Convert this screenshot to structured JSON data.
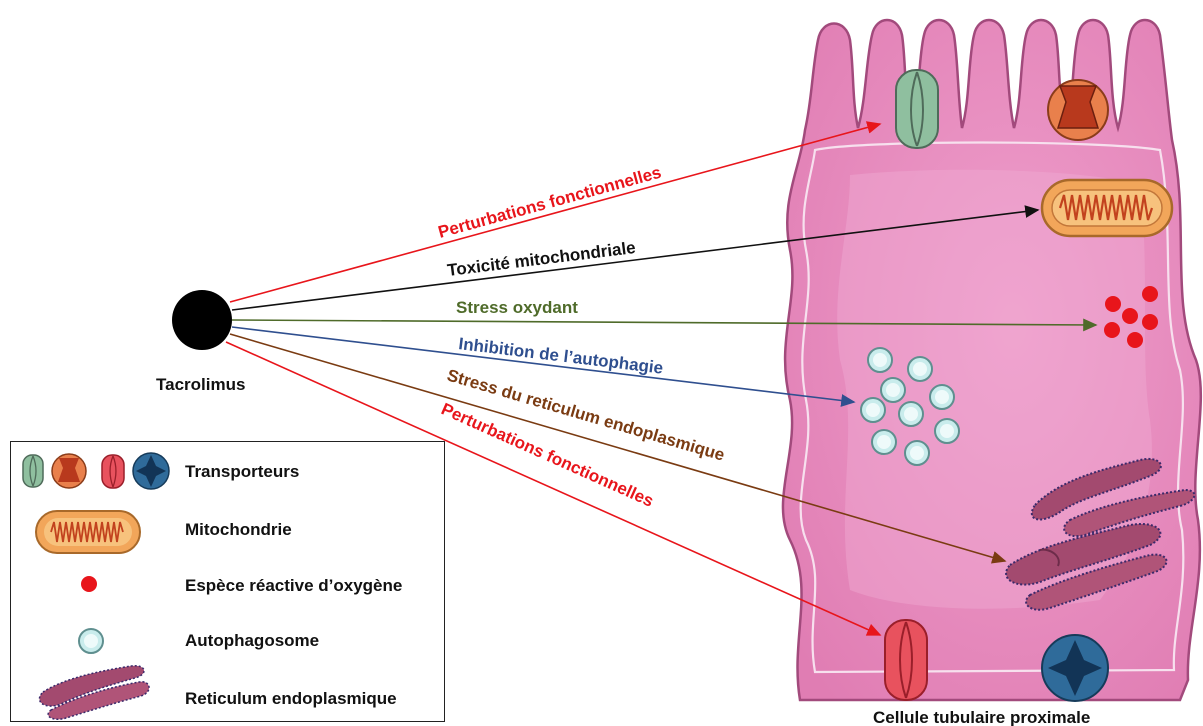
{
  "drug": {
    "label": "Tacrolimus"
  },
  "cell": {
    "label": "Cellule tubulaire proximale"
  },
  "effects": [
    {
      "label": "Perturbations fonctionnelles",
      "color": "#e8151b"
    },
    {
      "label": "Toxicité mitochondriale",
      "color": "#111111"
    },
    {
      "label": "Stress oxydant",
      "color": "#4f6b2a"
    },
    {
      "label": "Inhibition de l’autophagie",
      "color": "#2f4f8f"
    },
    {
      "label": "Stress du reticulum endoplasmique",
      "color": "#7a3b12"
    },
    {
      "label": "Perturbations fonctionnelles",
      "color": "#e8151b"
    }
  ],
  "legend": {
    "items": [
      {
        "label": "Transporteurs",
        "icon": "transporters-icon"
      },
      {
        "label": "Mitochondrie",
        "icon": "mitochondria-icon"
      },
      {
        "label": "Espèce réactive d’oxygène",
        "icon": "ros-icon"
      },
      {
        "label": "Autophagosome",
        "icon": "autophagosome-icon"
      },
      {
        "label": "Reticulum endoplasmique",
        "icon": "er-icon"
      }
    ]
  },
  "colors": {
    "cell_fill": "#e389b9",
    "cell_stroke": "#a24a7c",
    "cell_inner": "#ec9ecb",
    "transporter_green": "#8fbf9f",
    "transporter_orange": "#e9804c",
    "transporter_red": "#e8525e",
    "transporter_blue": "#2f6b9a",
    "mitochondria": "#f2a65a",
    "ros": "#e8151b",
    "autophagosome": "#c9ecec",
    "er": "#a34a6f"
  }
}
